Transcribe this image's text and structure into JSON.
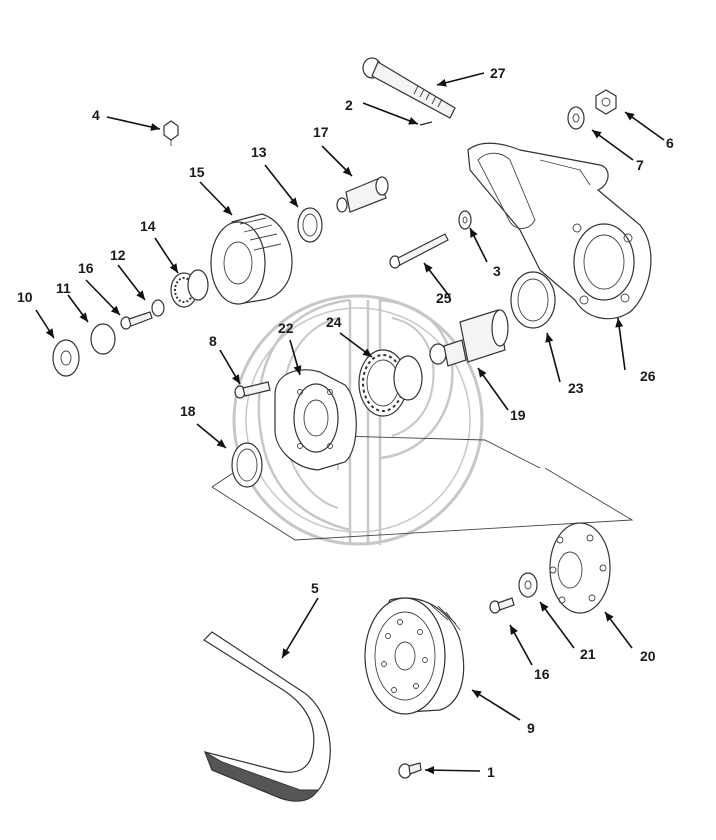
{
  "watermark": {
    "name": "logo-watermark",
    "letters": "GP"
  },
  "callouts": [
    {
      "id": "c1",
      "label": "1"
    },
    {
      "id": "c2",
      "label": "2"
    },
    {
      "id": "c3",
      "label": "3"
    },
    {
      "id": "c4",
      "label": "4"
    },
    {
      "id": "c5",
      "label": "5"
    },
    {
      "id": "c6",
      "label": "6"
    },
    {
      "id": "c7",
      "label": "7"
    },
    {
      "id": "c8",
      "label": "8"
    },
    {
      "id": "c9",
      "label": "9"
    },
    {
      "id": "c10",
      "label": "10"
    },
    {
      "id": "c11",
      "label": "11"
    },
    {
      "id": "c12",
      "label": "12"
    },
    {
      "id": "c13",
      "label": "13"
    },
    {
      "id": "c14",
      "label": "14"
    },
    {
      "id": "c15",
      "label": "15"
    },
    {
      "id": "c16a",
      "label": "16"
    },
    {
      "id": "c16b",
      "label": "16"
    },
    {
      "id": "c17",
      "label": "17"
    },
    {
      "id": "c18",
      "label": "18"
    },
    {
      "id": "c19",
      "label": "19"
    },
    {
      "id": "c20",
      "label": "20"
    },
    {
      "id": "c21",
      "label": "21"
    },
    {
      "id": "c22",
      "label": "22"
    },
    {
      "id": "c23",
      "label": "23"
    },
    {
      "id": "c24",
      "label": "24"
    },
    {
      "id": "c25",
      "label": "25"
    },
    {
      "id": "c26",
      "label": "26"
    },
    {
      "id": "c27",
      "label": "27"
    }
  ]
}
